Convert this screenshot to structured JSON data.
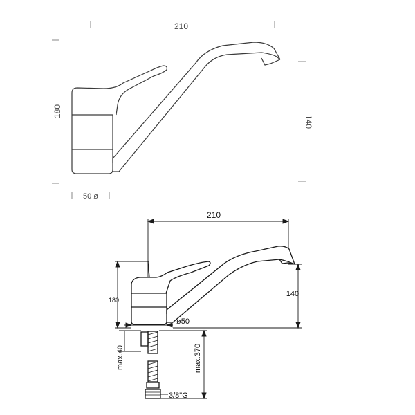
{
  "top_view": {
    "width_label": "210",
    "total_height_label": "180",
    "spout_height_label": "140",
    "diameter_label": "50 ø"
  },
  "bottom_view": {
    "width_label": "210",
    "spout_height_label": "140",
    "total_height_label": "180",
    "diameter_label": "ø50",
    "max_thread_label": "max.40",
    "hose_length_label": "max.370",
    "connection_label": "3/8\"G"
  }
}
